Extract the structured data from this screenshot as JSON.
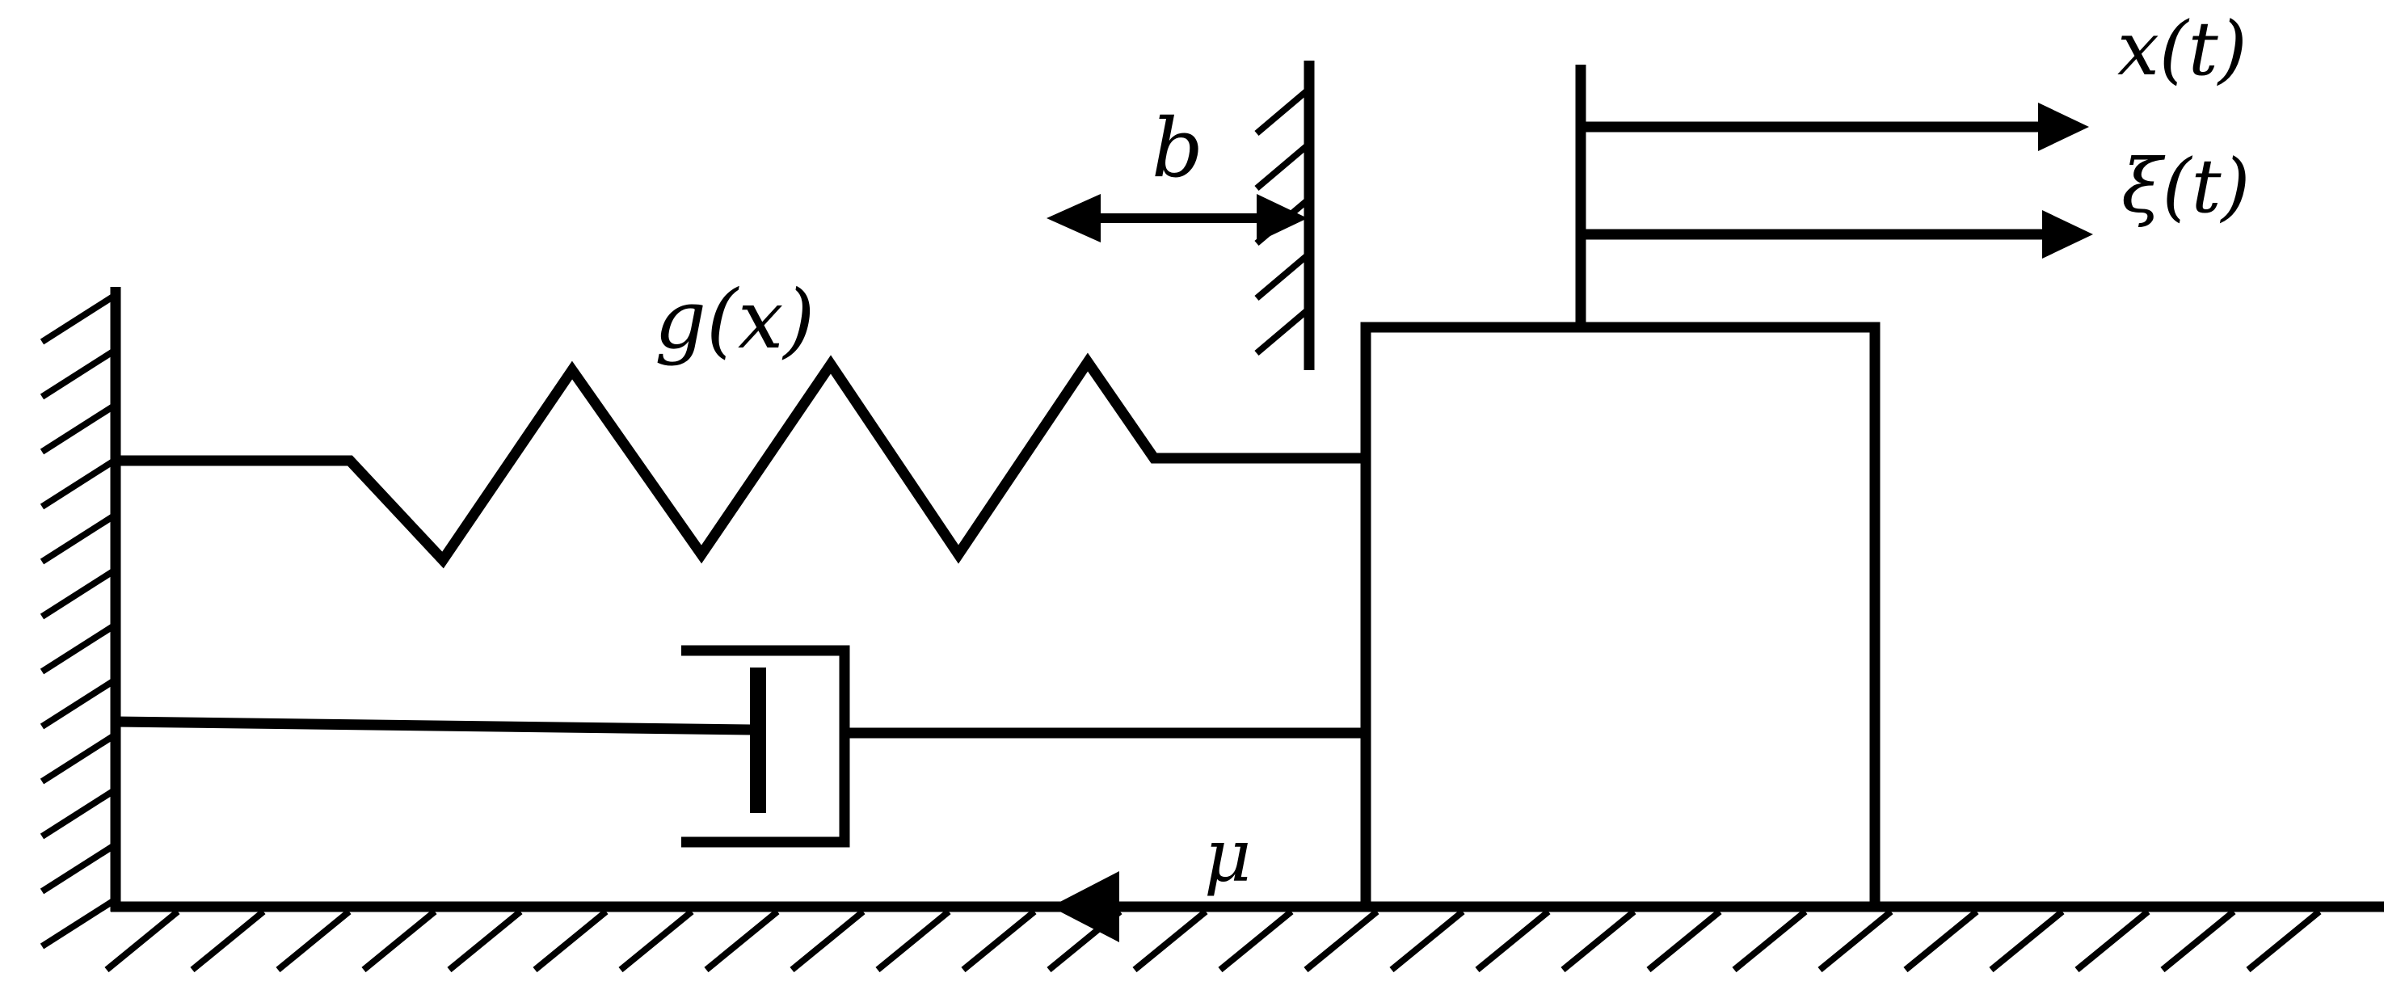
{
  "diagram": {
    "labels": {
      "spring": "g(x)",
      "stop": "b",
      "friction": "μ",
      "displacement": "x(t)",
      "excitation": "ξ(t)"
    },
    "colors": {
      "line": "#000000",
      "background": "#ffffff"
    }
  }
}
